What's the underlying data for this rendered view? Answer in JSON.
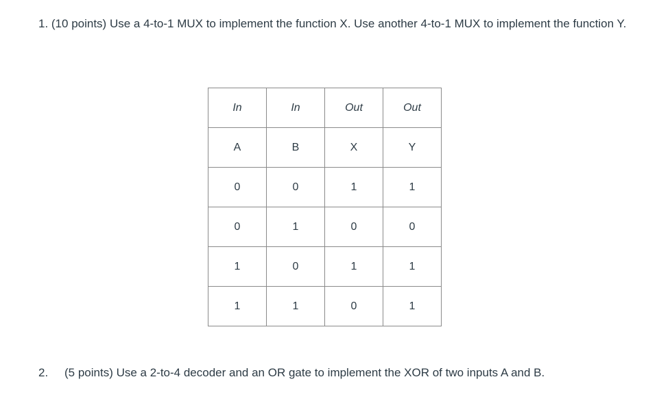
{
  "question1": {
    "text": "1. (10 points) Use a 4-to-1 MUX to implement the function X. Use another  4-to-1 MUX to implement the function Y."
  },
  "table": {
    "header_row": [
      "In",
      "In",
      "Out",
      "Out"
    ],
    "label_row": [
      "A",
      "B",
      "X",
      "Y"
    ],
    "rows": [
      [
        "0",
        "0",
        "1",
        "1"
      ],
      [
        "0",
        "1",
        "0",
        "0"
      ],
      [
        "1",
        "0",
        "1",
        "1"
      ],
      [
        "1",
        "1",
        "0",
        "1"
      ]
    ]
  },
  "question2": {
    "number": "2.",
    "text": "(5 points) Use a 2-to-4 decoder and an OR gate to implement the XOR of two inputs A and B."
  }
}
